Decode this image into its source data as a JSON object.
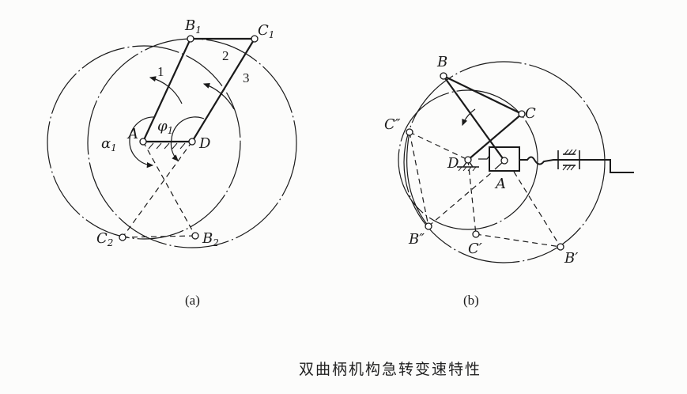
{
  "figure": {
    "caption": "双曲柄机构急转变速特性",
    "subfigures": [
      {
        "id": "a",
        "label": "(a)",
        "points": {
          "A": "A",
          "D": "D",
          "B1": "B",
          "C1": "C",
          "C2": "C",
          "B2": "B"
        },
        "subscripts": {
          "B1": "1",
          "C1": "1",
          "C2": "2",
          "B2": "2"
        },
        "link_numbers": [
          "1",
          "2",
          "3"
        ],
        "angles": {
          "alpha": "α",
          "alpha_sub": "1",
          "phi": "φ",
          "phi_sub": "1"
        }
      },
      {
        "id": "b",
        "label": "(b)",
        "points": {
          "A": "A",
          "B": "B",
          "C": "C",
          "D": "D",
          "C2": "C″",
          "B2": "B″",
          "C1": "C′",
          "B1": "B′"
        }
      }
    ]
  },
  "colors": {
    "ink": "#1a1a1a",
    "paper": "#fcfcfb"
  }
}
